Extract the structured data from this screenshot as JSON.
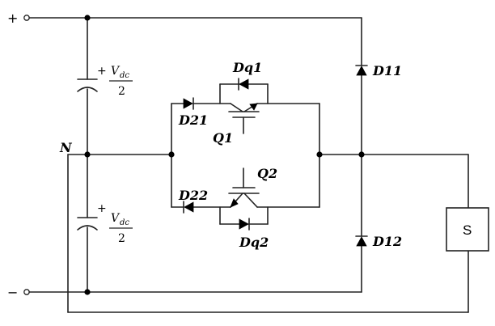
{
  "terminals": {
    "positive": "+",
    "negative": "−"
  },
  "neutral_label": "N",
  "capacitor_upper": {
    "sign": "+",
    "symbol": "V",
    "subscript": "dc",
    "denominator": "2"
  },
  "capacitor_lower": {
    "sign": "+",
    "symbol": "V",
    "subscript": "dc",
    "denominator": "2"
  },
  "devices": {
    "dq1": "Dq1",
    "dq2": "Dq2",
    "d21": "D21",
    "d22": "D22",
    "q1": "Q1",
    "q2": "Q2",
    "d11": "D11",
    "d12": "D12"
  },
  "load_label": "S"
}
